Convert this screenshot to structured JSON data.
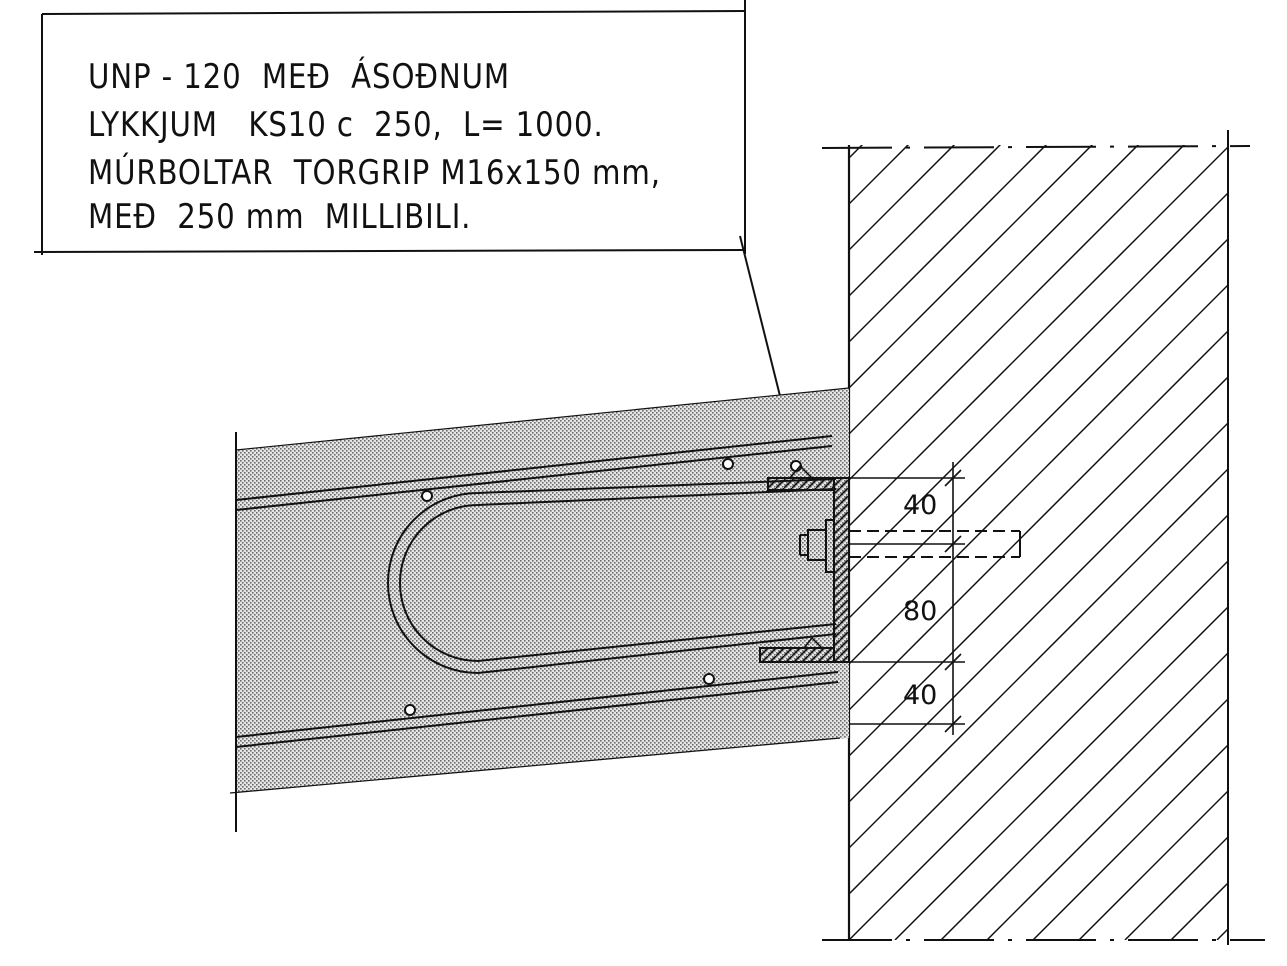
{
  "note": {
    "lines": [
      "UNP - 120  MEÐ  ÁSOÐNUM",
      "LYKKJUM   KS10 c  250,  L= 1000.",
      "MÚRBOLTAR  TORGRIP M16x150 mm,",
      "MEÐ  250 mm  MILLIBILI."
    ]
  },
  "dimensions": {
    "top": "40",
    "middle": "80",
    "bottom": "40"
  },
  "colors": {
    "ink": "#111111",
    "beam_fill": "#c9c9c9",
    "paper": "#ffffff"
  }
}
